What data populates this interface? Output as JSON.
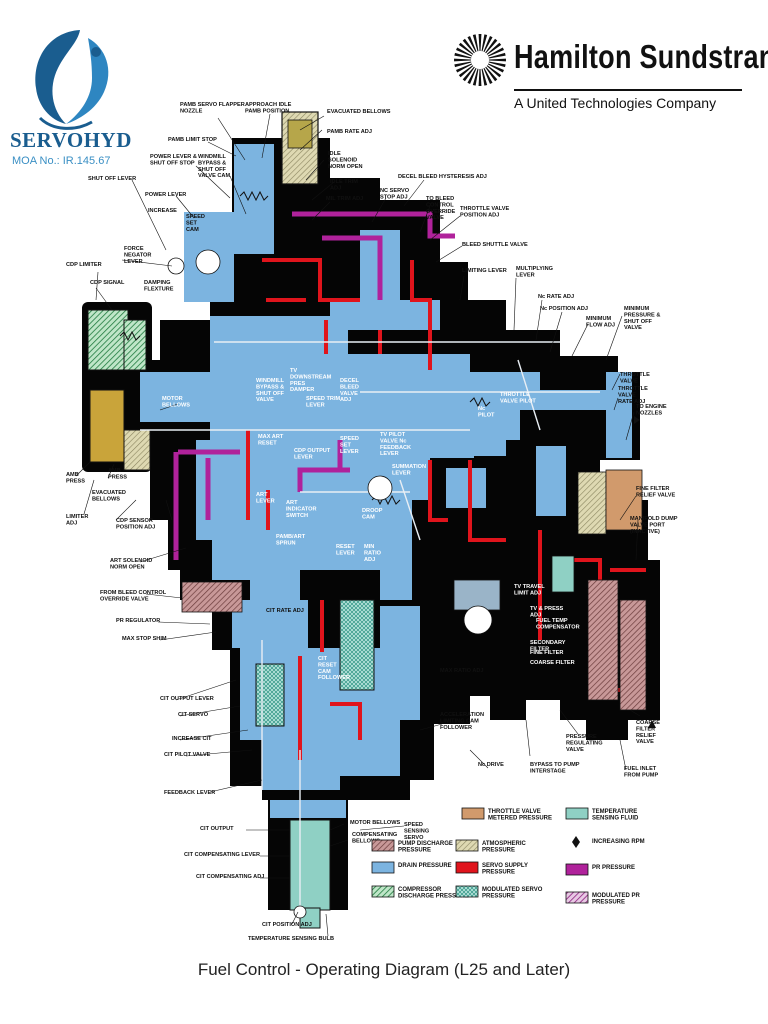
{
  "logo": {
    "brand": "SERVOHYD",
    "moa": "MOA No.: IR.145.67",
    "color": "#1a5d8f"
  },
  "company": {
    "name": "Hamilton Sundstrand",
    "subtitle": "A United Technologies Company"
  },
  "caption": "Fuel Control - Operating Diagram (L25 and Later)",
  "colors": {
    "pump_discharge": "#c89898",
    "drain": "#7cb4e0",
    "servo_supply": "#e0141c",
    "pr": "#b0229b",
    "atmospheric": "#ded9b2",
    "throttle_metered": "#d19a6c",
    "temperature_sensing": "#8fd0c4",
    "body_black": "#050505"
  },
  "labels": [
    {
      "id": "pamb-servo",
      "text": "PAMB SERVO FLAPPER NOZZLE"
    },
    {
      "id": "approach-idle",
      "text": "APPROACH IDLE PAMB POSITION"
    },
    {
      "id": "evacuated-bellows-top",
      "text": "EVACUATED BELLOWS"
    },
    {
      "id": "pamb-rate",
      "text": "PAMB RATE ADJ"
    },
    {
      "id": "pamb-limit",
      "text": "PAMB LIMIT STOP"
    },
    {
      "id": "power-lever-stop",
      "text": "POWER LEVER & SHUT OFF STOP"
    },
    {
      "id": "windmill-bypass",
      "text": "WINDMILL BYPASS & SHUT OFF VALVE CAM"
    },
    {
      "id": "idle-solenoid",
      "text": "IDLE SOLENOID NORM OPEN"
    },
    {
      "id": "idle-trim",
      "text": "IDLE TRIM ADJ"
    },
    {
      "id": "shut-off-lever",
      "text": "SHUT OFF LEVER"
    },
    {
      "id": "power-lever",
      "text": "POWER LEVER"
    },
    {
      "id": "decel-bleed",
      "text": "DECEL BLEED HYSTERESIS ADJ"
    },
    {
      "id": "mil-trim",
      "text": "MIL TRIM ADJ"
    },
    {
      "id": "nc-servo",
      "text": "NC SERVO STOP ADJ"
    },
    {
      "id": "to-bleed",
      "text": "TO BLEED CONTROL OVERRIDE VALVE"
    },
    {
      "id": "throttle-pos",
      "text": "THROTTLE VALVE POSITION ADJ"
    },
    {
      "id": "increase",
      "text": "INCREASE"
    },
    {
      "id": "speed-set-cam",
      "text": "SPEED SET CAM"
    },
    {
      "id": "bleed-shuttle",
      "text": "BLEED SHUTTLE VALVE"
    },
    {
      "id": "force-negator",
      "text": "FORCE NEGATOR LEVER"
    },
    {
      "id": "cdp-limiter",
      "text": "CDP LIMITER"
    },
    {
      "id": "damping-flexture",
      "text": "DAMPING FLEXTURE"
    },
    {
      "id": "limiting-lever",
      "text": "LIMITING LEVER"
    },
    {
      "id": "multiplying-lever",
      "text": "MULTIPLYING LEVER"
    },
    {
      "id": "cdp-signal",
      "text": "CDP SIGNAL"
    },
    {
      "id": "nc-rate",
      "text": "Nc RATE ADJ"
    },
    {
      "id": "nc-position",
      "text": "Nc POSITION ADJ"
    },
    {
      "id": "min-flow",
      "text": "MINIMUM FLOW ADJ"
    },
    {
      "id": "min-pressure",
      "text": "MINIMUM PRESSURE & SHUT OFF VALVE"
    },
    {
      "id": "throttle-valve",
      "text": "THROTTLE VALVE"
    },
    {
      "id": "throttle-rate",
      "text": "THROTTLE VALVE RATE ADJ"
    },
    {
      "id": "to-engine",
      "text": "TO ENGINE NOZZLES"
    },
    {
      "id": "tv-downstream",
      "text": "TV DOWNSTREAM PRES DAMPER"
    },
    {
      "id": "windmill-shutoff",
      "text": "WINDMILL BYPASS & SHUT OFF VALVE"
    },
    {
      "id": "speed-trim",
      "text": "SPEED TRIM LEVER"
    },
    {
      "id": "decel-bleed-valve",
      "text": "DECEL BLEED VALVE ADJ"
    },
    {
      "id": "motor-bellows",
      "text": "MOTOR BELLOWS"
    },
    {
      "id": "amb-press-1",
      "text": "AMB PRESS"
    },
    {
      "id": "amb-press-2",
      "text": "AMB PRESS"
    },
    {
      "id": "max-art-reset",
      "text": "MAX ART RESET"
    },
    {
      "id": "cdp-output",
      "text": "CDP OUTPUT LEVER"
    },
    {
      "id": "speed-set-lever",
      "text": "SPEED SET LEVER"
    },
    {
      "id": "tv-pilot",
      "text": "TV PILOT VALVE Nc FEEDBACK LEVER"
    },
    {
      "id": "summation",
      "text": "SUMMATION LEVER"
    },
    {
      "id": "nc-pilot",
      "text": "Nc PILOT"
    },
    {
      "id": "throttle-pilot",
      "text": "THROTTLE VALVE PILOT"
    },
    {
      "id": "evacuated-bellows-left",
      "text": "EVACUATED BELLOWS"
    },
    {
      "id": "cdp-sensor",
      "text": "CDP SENSOR POSITION ADJ"
    },
    {
      "id": "limiter-adj",
      "text": "LIMITER ADJ"
    },
    {
      "id": "art-lever",
      "text": "ART LEVER"
    },
    {
      "id": "art-indicator",
      "text": "ART INDICATOR SWITCH"
    },
    {
      "id": "pamb-art",
      "text": "PAMB/ART SPRUN"
    },
    {
      "id": "reset-lever",
      "text": "RESET LEVER"
    },
    {
      "id": "droop-cam",
      "text": "DROOP CAM"
    },
    {
      "id": "min-ratio",
      "text": "MIN RATIO ADJ"
    },
    {
      "id": "fine-filter-relief",
      "text": "FINE FILTER RELIEF VALVE"
    },
    {
      "id": "manifold-dump",
      "text": "MANIFOLD DUMP VALVE PORT (INACTIVE)"
    },
    {
      "id": "art-solenoid",
      "text": "ART SOLENOID NORM OPEN"
    },
    {
      "id": "from-bleed",
      "text": "FROM BLEED CONTROL OVERRIDE VALVE"
    },
    {
      "id": "tv-travel",
      "text": "TV TRAVEL LIMIT ADJ"
    },
    {
      "id": "pr-regulator",
      "text": "PR REGULATOR"
    },
    {
      "id": "max-stop",
      "text": "MAX STOP SHIM"
    },
    {
      "id": "cit-rate",
      "text": "CIT RATE ADJ"
    },
    {
      "id": "tv-press",
      "text": "TV & PRESS ADJ"
    },
    {
      "id": "fuel-temp",
      "text": "FUEL TEMP COMPENSATOR"
    },
    {
      "id": "secondary-filter",
      "text": "SECONDARY FILTER"
    },
    {
      "id": "fine-filter",
      "text": "FINE FILTER"
    },
    {
      "id": "coarse-filter",
      "text": "COARSE FILTER"
    },
    {
      "id": "cit-reset",
      "text": "CIT RESET CAM FOLLOWER"
    },
    {
      "id": "max-ratio",
      "text": "MAX RATIO ADJ"
    },
    {
      "id": "cit-output-lever",
      "text": "CIT OUTPUT LEVER"
    },
    {
      "id": "cit-servo",
      "text": "CIT SERVO"
    },
    {
      "id": "increase-cit",
      "text": "INCREASE CIT"
    },
    {
      "id": "cit-pilot",
      "text": "CIT PILOT VALVE"
    },
    {
      "id": "accel-limiting",
      "text": "ACCELERATION LIMITING CAM FOLLOWER"
    },
    {
      "id": "pressure-reg",
      "text": "PRESSURE REGULATING VALVE"
    },
    {
      "id": "coarse-filter-relief",
      "text": "COARSE FILTER RELIEF VALVE"
    },
    {
      "id": "nc-drive",
      "text": "Nc DRIVE"
    },
    {
      "id": "bypass-pump",
      "text": "BYPASS TO PUMP INTERSTAGE"
    },
    {
      "id": "fuel-inlet",
      "text": "FUEL INLET FROM PUMP"
    },
    {
      "id": "feedback-lever",
      "text": "FEEDBACK LEVER"
    },
    {
      "id": "cit-output",
      "text": "CIT OUTPUT"
    },
    {
      "id": "motor-bellows-bottom",
      "text": "MOTOR BELLOWS"
    },
    {
      "id": "speed-sensing-servo",
      "text": "SPEED SENSING SERVO"
    },
    {
      "id": "compensating-bellows",
      "text": "COMPENSATING BELLOWS"
    },
    {
      "id": "cit-comp-lever",
      "text": "CIT COMPENSATING LEVER"
    },
    {
      "id": "cit-comp-adj",
      "text": "CIT COMPENSATING ADJ"
    },
    {
      "id": "cit-position",
      "text": "CIT POSITION ADJ"
    },
    {
      "id": "temp-bulb",
      "text": "TEMPERATURE SENSING BULB"
    }
  ],
  "legend": [
    {
      "key": "pump_discharge",
      "text": "PUMP DISCHARGE PRESSURE",
      "color": "#c89898",
      "pattern": "hatch"
    },
    {
      "key": "atmospheric",
      "text": "ATMOSPHERIC PRESSURE",
      "color": "#ded9b2",
      "pattern": "hatch"
    },
    {
      "key": "throttle_metered",
      "text": "THROTTLE VALVE METERED PRESSURE",
      "color": "#d19a6c",
      "pattern": "solid"
    },
    {
      "key": "temperature_sensing",
      "text": "TEMPERATURE SENSING FLUID",
      "color": "#8fd0c4",
      "pattern": "solid"
    },
    {
      "key": "drain",
      "text": "DRAIN PRESSURE",
      "color": "#7cb4e0",
      "pattern": "solid"
    },
    {
      "key": "servo_supply",
      "text": "SERVO SUPPLY PRESSURE",
      "color": "#e0141c",
      "pattern": "solid"
    },
    {
      "key": "increasing_rpm",
      "text": "INCREASING RPM",
      "color": "#111111",
      "pattern": "arrow"
    },
    {
      "key": "pr",
      "text": "PR PRESSURE",
      "color": "#b0229b",
      "pattern": "solid"
    },
    {
      "key": "compressor",
      "text": "COMPRESSOR DISCHARGE PRESSURE",
      "color": "#3fa063",
      "pattern": "hatch"
    },
    {
      "key": "modulated_servo",
      "text": "MODULATED SERVO PRESSURE",
      "color": "#8fd0c4",
      "pattern": "hatch"
    },
    {
      "key": "modulated_pr",
      "text": "MODULATED PR PRESSURE",
      "color": "#b0229b",
      "pattern": "hatch"
    }
  ]
}
